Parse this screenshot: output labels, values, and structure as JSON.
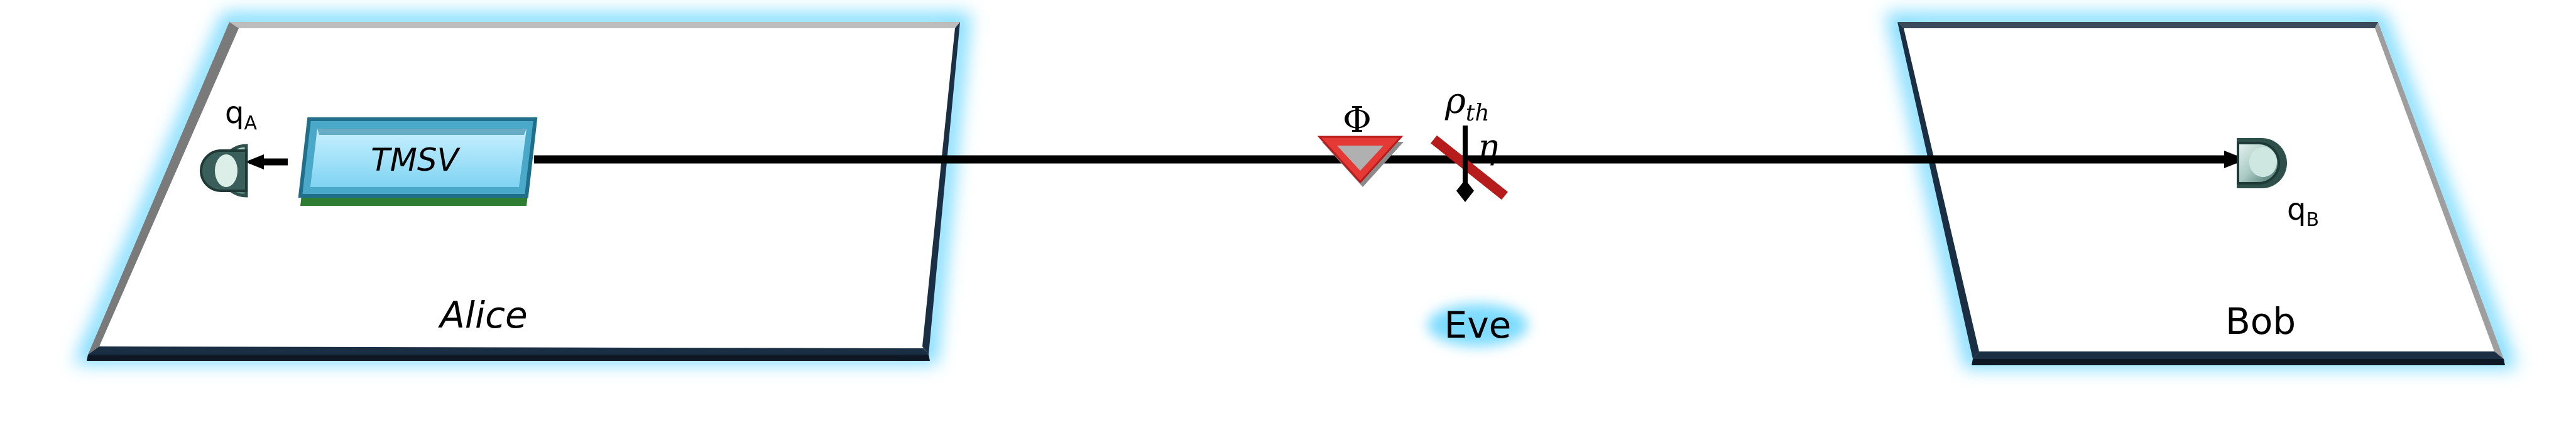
{
  "alice": {
    "label": "Alice",
    "source": "TMSV",
    "detector_sym": "q",
    "detector_sub": "A"
  },
  "eve": {
    "label": "Eve",
    "phase_sym": "Φ",
    "thermal_sym": "ρ",
    "thermal_sub": "th",
    "transmissivity_sym": "η"
  },
  "bob": {
    "label": "Bob",
    "detector_sym": "q",
    "detector_sub": "B"
  },
  "colors": {
    "glow": "#6fd8ff",
    "frame_dark": "#1b2f44",
    "source_fill": "#a6e6fb",
    "source_shadow": "#2e7d32",
    "phase_red": "#e53935",
    "beamsplitter": "#b71c1c"
  }
}
